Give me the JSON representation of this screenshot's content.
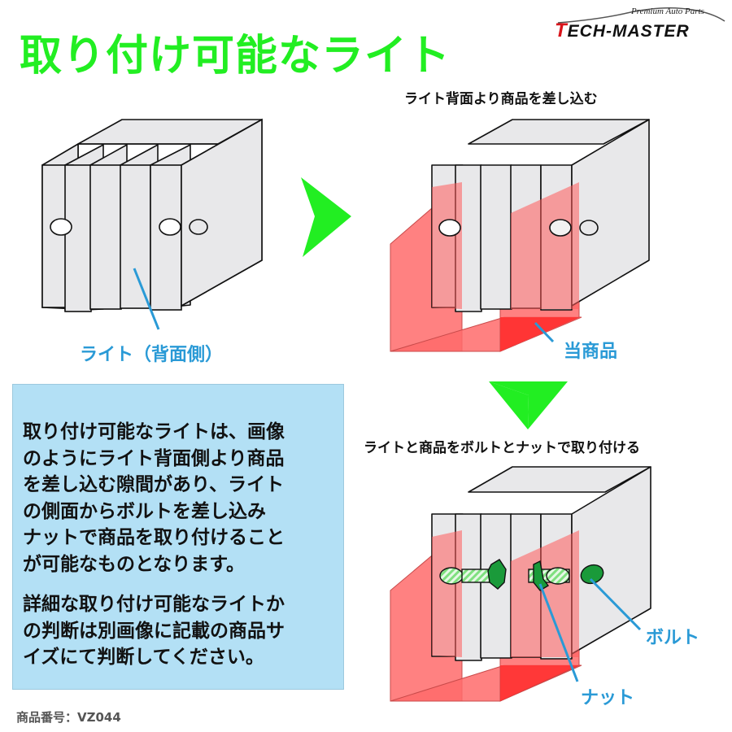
{
  "header": {
    "title": "取り付け可能なライト",
    "title_color": "#22ee22"
  },
  "logo": {
    "tagline": "Premium Auto Parts",
    "brand_first": "T",
    "brand_rest": "ECH-MASTER",
    "brand_accent_color": "#d9141b"
  },
  "diagrams": {
    "light_only": {
      "callout_label": "ライト（背面側）",
      "callout_color": "#2a9ad6"
    },
    "insert_step": {
      "caption": "ライト背面より商品を差し込む",
      "callout_label": "当商品",
      "product_color": "#ff5a5a"
    },
    "mount_step": {
      "caption": "ライトと商品をボルトとナットで取り付ける",
      "bolt_label": "ボルト",
      "nut_label": "ナット",
      "hardware_color": "#1a9a3a"
    },
    "arrows": {
      "right_arrow_icon": "arrow-right-icon",
      "down_arrow_icon": "arrow-down-icon",
      "color": "#22ee22"
    }
  },
  "description": {
    "paragraph_1_lines": [
      "取り付け可能なライトは、画像",
      "のようにライト背面側より商品",
      "を差し込む隙間があり、ライト",
      "の側面からボルトを差し込み",
      "ナットで商品を取り付けること",
      "が可能なものとなります。"
    ],
    "paragraph_2_lines": [
      "詳細な取り付け可能なライトか",
      "の判断は別画像に記載の商品サ",
      "イズにて判断してください。"
    ],
    "background_color": "#b3e0f5"
  },
  "footer": {
    "product_number": "商品番号：VZ044"
  }
}
